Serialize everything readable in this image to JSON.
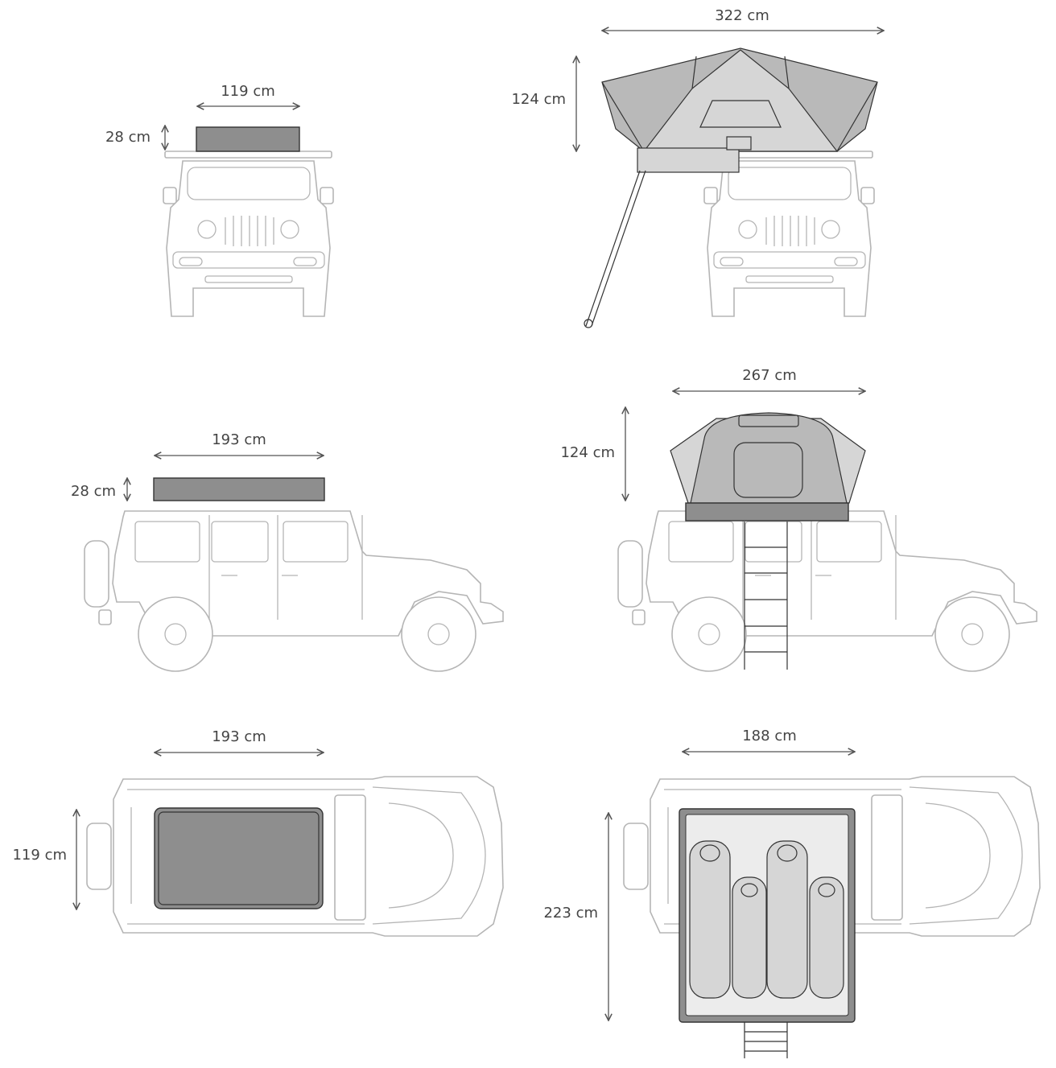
{
  "closed_front": {
    "width_label": "119 cm",
    "height_label": "28 cm"
  },
  "open_front": {
    "width_label": "322 cm",
    "height_label": "124 cm"
  },
  "closed_side": {
    "length_label": "193 cm",
    "height_label": "28 cm"
  },
  "open_side": {
    "length_label": "267 cm",
    "height_label": "124 cm"
  },
  "closed_top": {
    "length_label": "193 cm",
    "width_label": "119 cm"
  },
  "open_top": {
    "width_label": "188 cm",
    "length_label": "223 cm"
  },
  "colors": {
    "tent_dark": "#8e8e8e",
    "tent_light": "#d6d6d6",
    "vehicle_line": "#b5b5b5",
    "text": "#444444"
  }
}
